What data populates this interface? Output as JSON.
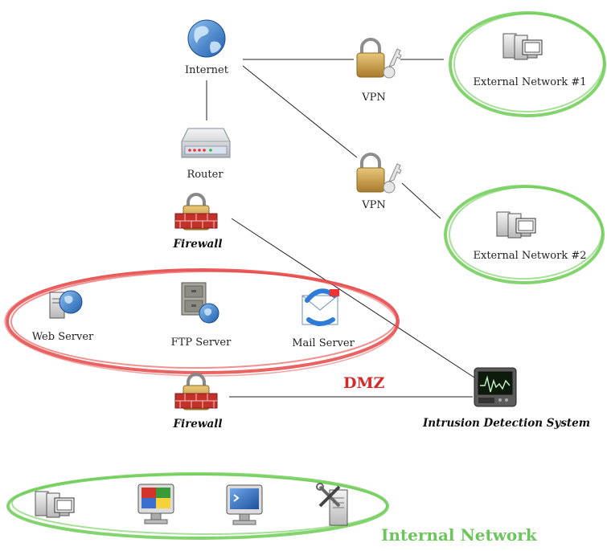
{
  "labels": {
    "internet": "Internet",
    "router": "Router",
    "firewall_top": "Firewall",
    "firewall_bottom": "Firewall",
    "vpn_1": "VPN",
    "vpn_2": "VPN",
    "external_network_1": "External Network #1",
    "external_network_2": "External Network #2",
    "web_server": "Web Server",
    "ftp_server": "FTP Server",
    "mail_server": "Mail Server",
    "dmz": "DMZ",
    "ids": "Intrusion Detection System",
    "internal_network": "Internal Network"
  },
  "colors": {
    "dmz_ring": "#e64848",
    "network_ring": "#6dcc55",
    "firewall_brick": "#c4312b",
    "lock_gold": "#c9a04a",
    "globe_blue": "#3c78c8",
    "connector_line": "#222222"
  },
  "icons": {
    "internet": "globe-icon",
    "router": "router-icon",
    "firewall": "firewall-icon",
    "vpn": "padlock-key-icon",
    "external_network": "workstations-icon",
    "web_server": "web-server-icon",
    "ftp_server": "ftp-server-icon",
    "mail_server": "mail-icon",
    "ids": "monitor-waveform-icon",
    "internal_hosts": [
      "workstations-icon",
      "desktop-monitor-icon",
      "terminal-monitor-icon",
      "tools-server-icon"
    ]
  }
}
